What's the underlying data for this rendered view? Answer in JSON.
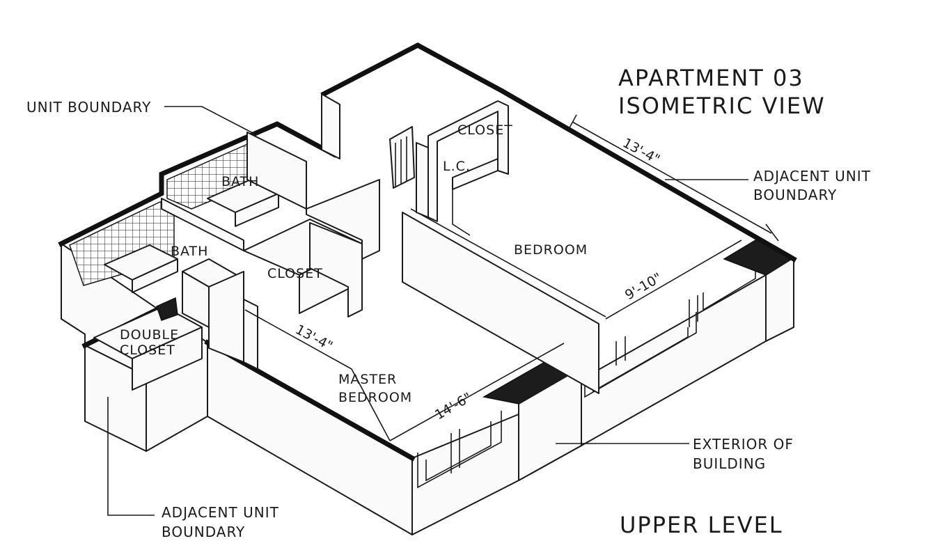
{
  "title": {
    "line1": "APARTMENT 03",
    "line2": "ISOMETRIC VIEW"
  },
  "level_label": "UPPER LEVEL",
  "rooms": {
    "closet_upper": "CLOSET",
    "linen_closet": "L.C.",
    "bath_upper": "BATH",
    "bath_lower": "BATH",
    "closet_center": "CLOSET",
    "bedroom": "BEDROOM",
    "double_closet": [
      "DOUBLE",
      "CLOSET"
    ],
    "master_bedroom": [
      "MASTER",
      "BEDROOM"
    ]
  },
  "callouts": {
    "unit_boundary": "UNIT BOUNDARY",
    "adjacent_unit_boundary_right": [
      "ADJACENT UNIT",
      "BOUNDARY"
    ],
    "adjacent_unit_boundary_left": [
      "ADJACENT UNIT",
      "BOUNDARY"
    ],
    "exterior_of_building": [
      "EXTERIOR OF",
      "BUILDING"
    ]
  },
  "dimensions": {
    "bedroom_depth": "13'-4\"",
    "bedroom_width": "9'-10\"",
    "master_depth": "13'-4\"",
    "master_width": "14'-6\""
  }
}
